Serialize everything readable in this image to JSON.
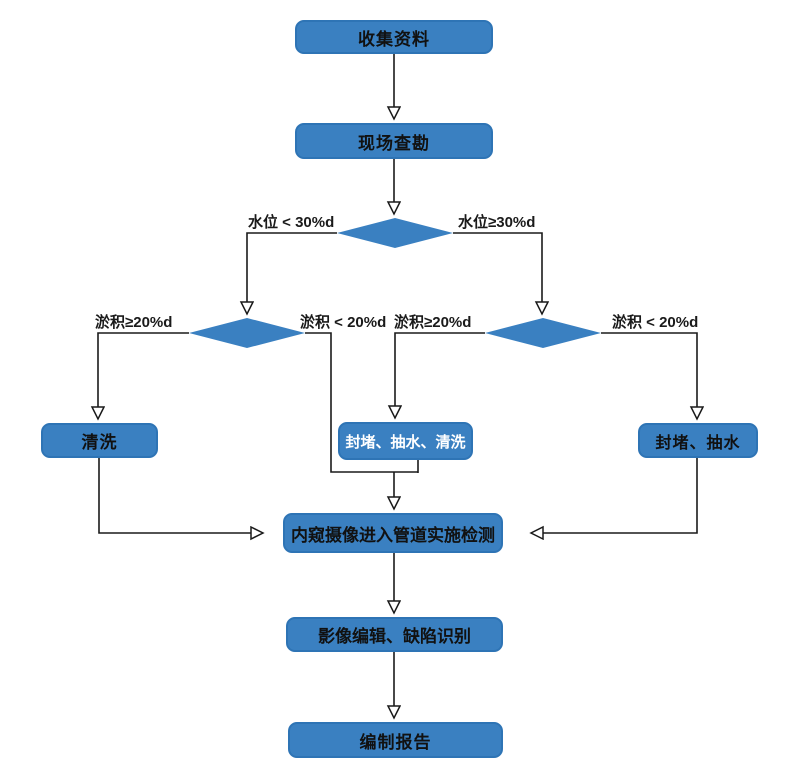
{
  "diagram": {
    "type": "flowchart",
    "language": "zh-CN",
    "topic": "pipeline CCTV inspection workflow"
  },
  "colors": {
    "background": "#ffffff",
    "node_fill": "#3a80c1",
    "node_border": "#2e74b5",
    "arrow_line": "#1a1a1a",
    "text_dark": "#111111",
    "text_light": "#ffffff"
  },
  "nodes": {
    "collect": {
      "label": "收集资料",
      "type": "process"
    },
    "survey": {
      "label": "现场查勘",
      "type": "process"
    },
    "water_decision": {
      "label": "",
      "type": "decision"
    },
    "silt_decision_left": {
      "label": "",
      "type": "decision"
    },
    "silt_decision_right": {
      "label": "",
      "type": "decision"
    },
    "clean": {
      "label": "清洗",
      "type": "process"
    },
    "plug_pump_clean": {
      "label": "封堵、抽水、清洗",
      "type": "process"
    },
    "plug_pump": {
      "label": "封堵、抽水",
      "type": "process"
    },
    "inspect": {
      "label": "内窥摄像进入管道实施检测",
      "type": "process"
    },
    "edit": {
      "label": "影像编辑、缺陷识别",
      "type": "process"
    },
    "report": {
      "label": "编制报告",
      "type": "process"
    }
  },
  "edge_labels": {
    "water_lt": "水位 < 30%d",
    "water_ge": "水位≥30%d",
    "silt_ge_left": "淤积≥20%d",
    "silt_lt_left": "淤积 < 20%d",
    "silt_ge_mid": "淤积≥20%d",
    "silt_lt_right": "淤积 < 20%d"
  },
  "edges": [
    {
      "from": "collect",
      "to": "survey",
      "label_key": ""
    },
    {
      "from": "survey",
      "to": "water_decision",
      "label_key": ""
    },
    {
      "from": "water_decision",
      "to": "silt_decision_left",
      "label_key": "water_lt"
    },
    {
      "from": "water_decision",
      "to": "silt_decision_right",
      "label_key": "water_ge"
    },
    {
      "from": "silt_decision_left",
      "to": "clean",
      "label_key": "silt_ge_left"
    },
    {
      "from": "silt_decision_left",
      "to": "inspect",
      "label_key": "silt_lt_left"
    },
    {
      "from": "silt_decision_right",
      "to": "plug_pump_clean",
      "label_key": "silt_ge_mid"
    },
    {
      "from": "silt_decision_right",
      "to": "plug_pump",
      "label_key": "silt_lt_right"
    },
    {
      "from": "clean",
      "to": "inspect",
      "label_key": ""
    },
    {
      "from": "plug_pump_clean",
      "to": "inspect",
      "label_key": ""
    },
    {
      "from": "plug_pump",
      "to": "inspect",
      "label_key": ""
    },
    {
      "from": "inspect",
      "to": "edit",
      "label_key": ""
    },
    {
      "from": "edit",
      "to": "report",
      "label_key": ""
    }
  ]
}
